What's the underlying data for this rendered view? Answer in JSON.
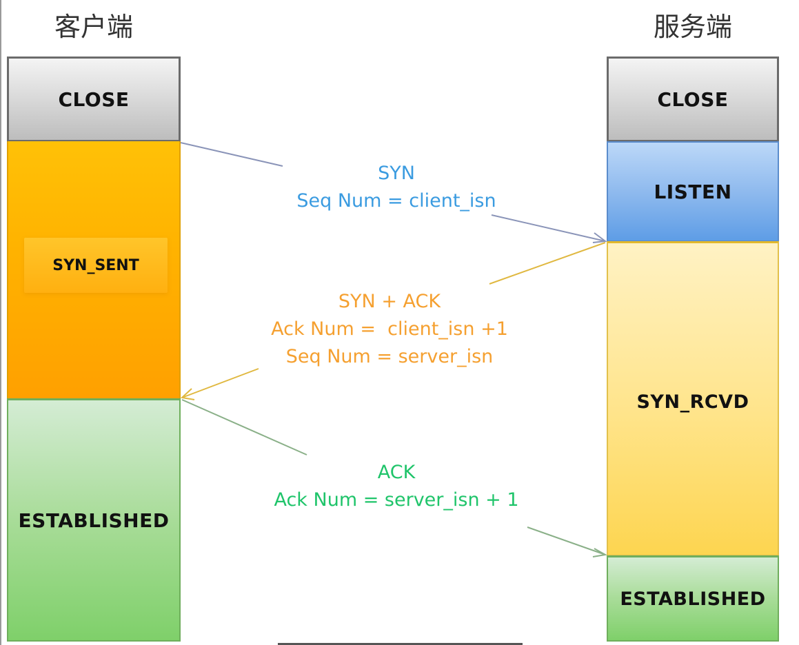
{
  "titles": {
    "client": "客户端",
    "server": "服务端"
  },
  "client_states": [
    {
      "label": "CLOSE",
      "color": "#bdbdbd"
    },
    {
      "label": "SYN_SENT",
      "color": "#ffa000"
    },
    {
      "label": "ESTABLISHED",
      "color": "#7fd06a"
    }
  ],
  "server_states": [
    {
      "label": "CLOSE",
      "color": "#bdbdbd"
    },
    {
      "label": "LISTEN",
      "color": "#5e9de6"
    },
    {
      "label": "SYN_RCVD",
      "color": "#fdd550"
    },
    {
      "label": "ESTABLISHED",
      "color": "#7fd06a"
    }
  ],
  "messages": [
    {
      "direction": "client-to-server",
      "color": "#3a9be0",
      "arrow_color": "#8a94b8",
      "lines": [
        "SYN",
        "Seq Num = client_isn"
      ]
    },
    {
      "direction": "server-to-client",
      "color": "#f5a030",
      "arrow_color": "#e0b840",
      "lines": [
        "SYN + ACK",
        "Ack Num =  client_isn +1",
        "Seq Num = server_isn"
      ]
    },
    {
      "direction": "client-to-server",
      "color": "#1fc46a",
      "arrow_color": "#8ab088",
      "lines": [
        "ACK",
        "Ack Num = server_isn + 1"
      ]
    }
  ]
}
